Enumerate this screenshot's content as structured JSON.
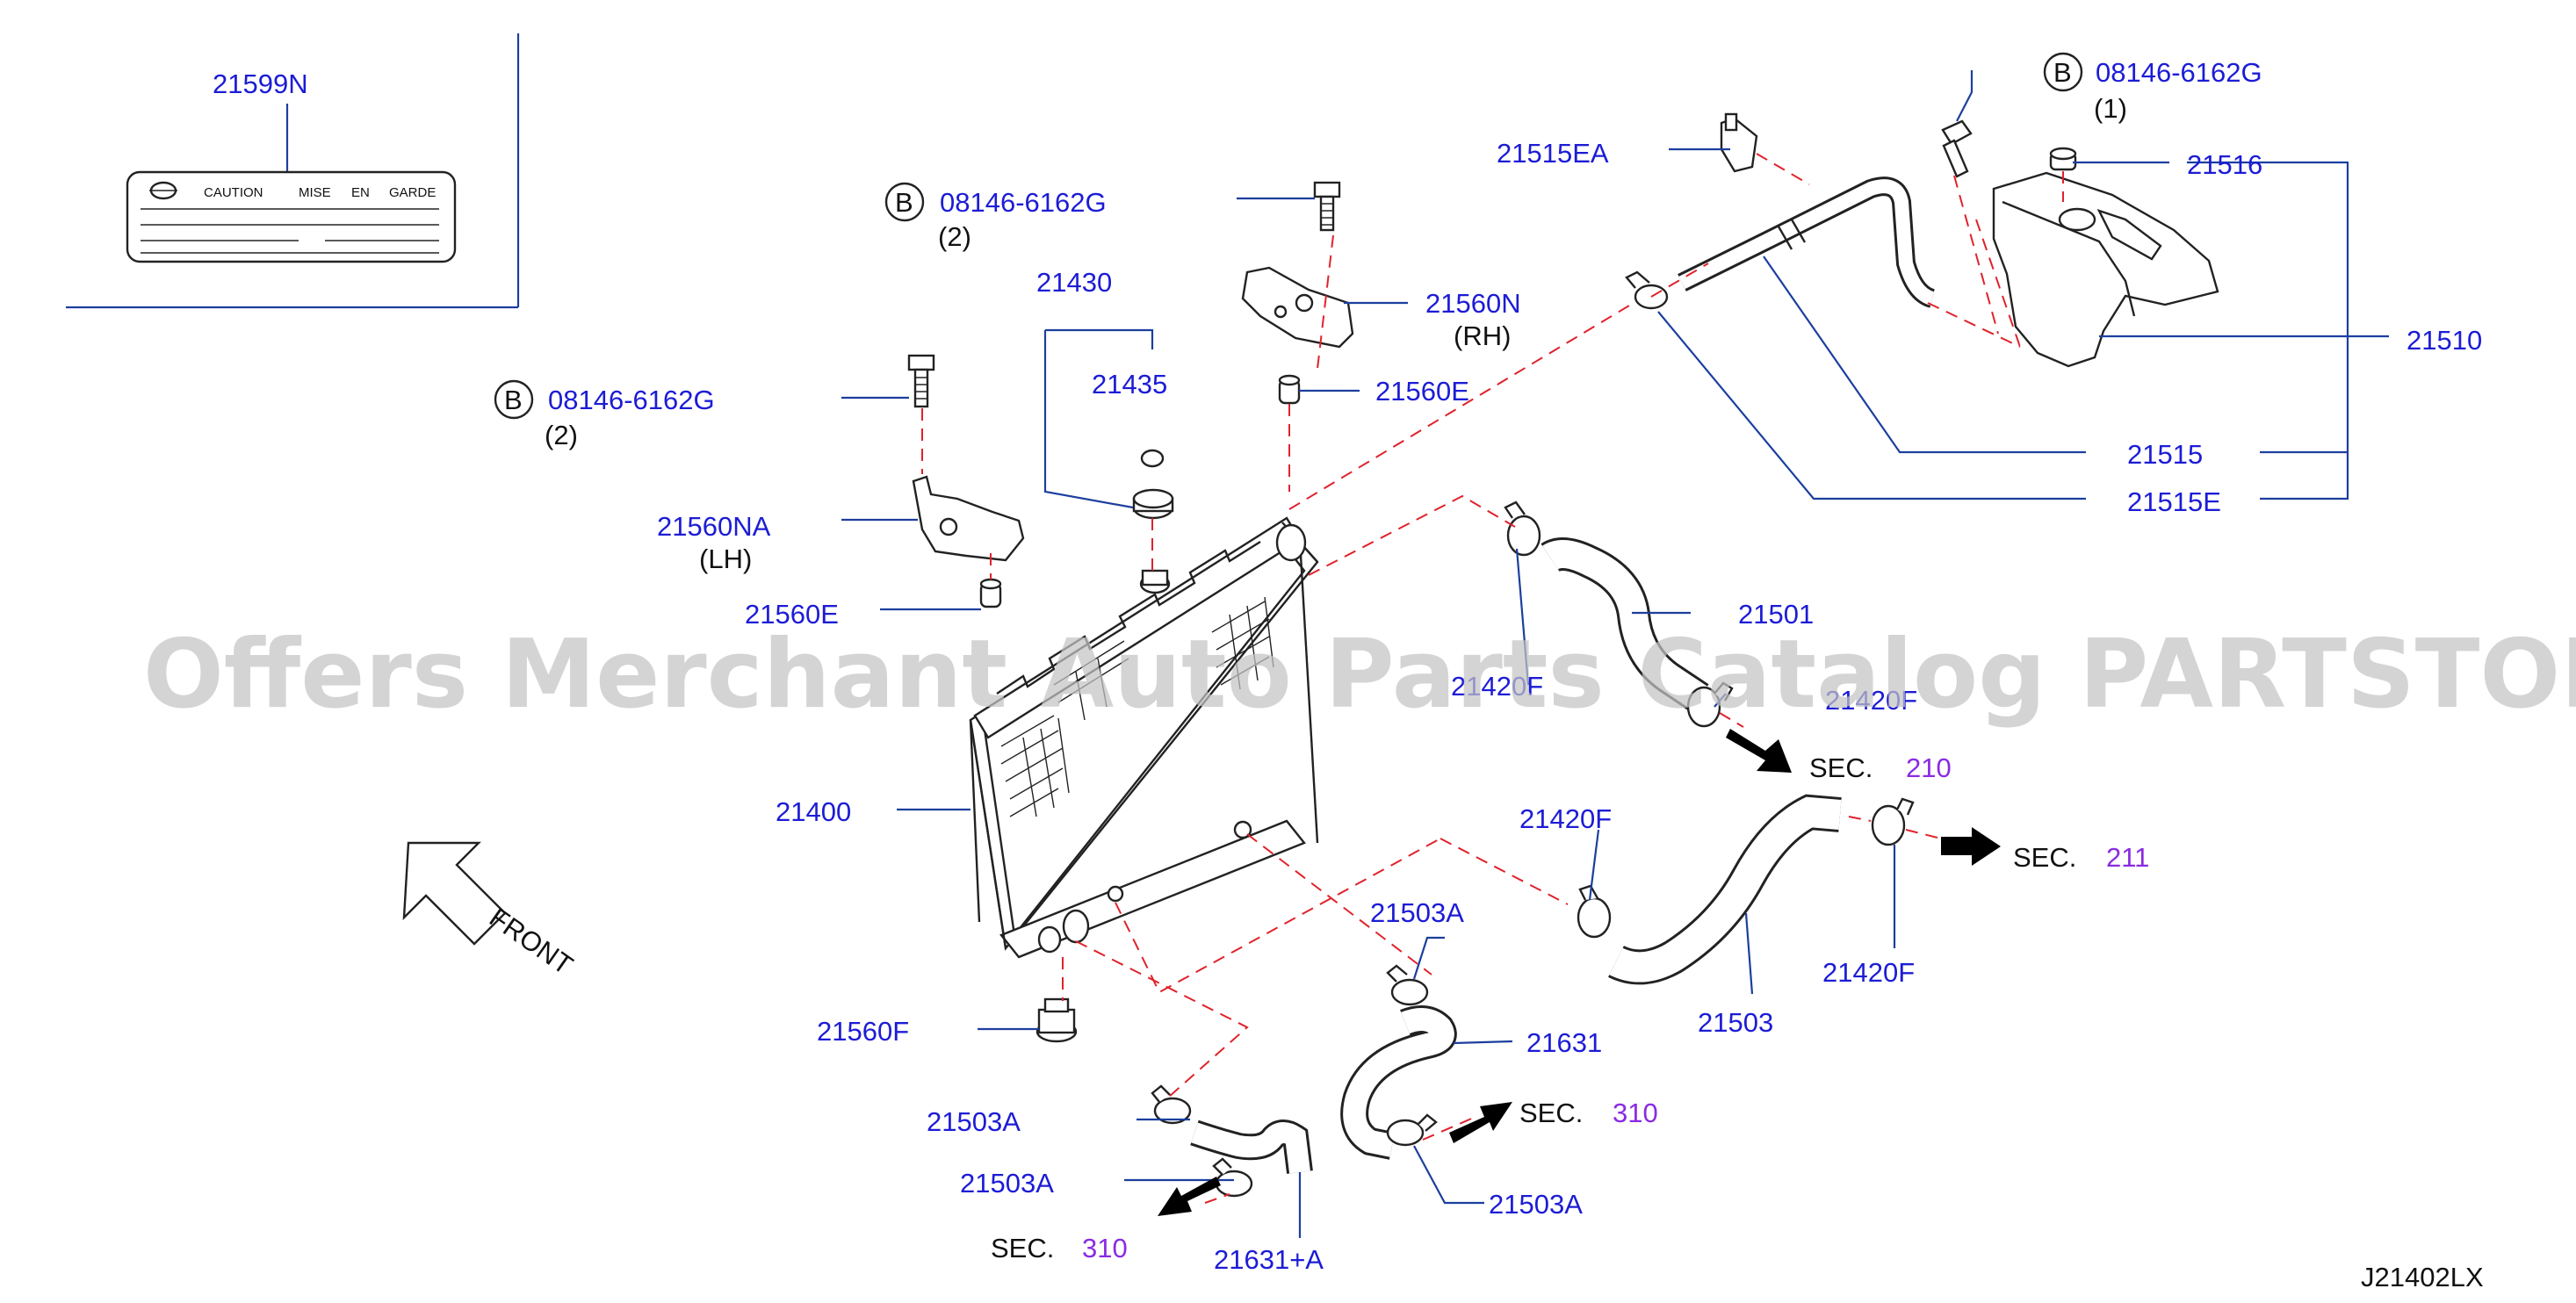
{
  "watermark": "Offers Merchant Auto Parts Catalog PARTSTORE.SA",
  "diagram_code": "J21402LX",
  "front_label": "FRONT",
  "caution_label": {
    "part_number": "21599N",
    "words": [
      "CAUTION",
      "MISE",
      "EN",
      "GARDE"
    ]
  },
  "bolts": [
    {
      "circle": "B",
      "part": "08146-6162G",
      "qty": "(1)"
    },
    {
      "circle": "B",
      "part": "08146-6162G",
      "qty": "(2)"
    },
    {
      "circle": "B",
      "part": "08146-6162G",
      "qty": "(2)"
    }
  ],
  "labels": {
    "p21516": "21516",
    "p21515EA": "21515EA",
    "p21510": "21510",
    "p21515": "21515",
    "p21515E": "21515E",
    "p21430": "21430",
    "p21435": "21435",
    "p21560N": "21560N",
    "rh": "(RH)",
    "p21560E_top": "21560E",
    "p21560NA": "21560NA",
    "lh": "(LH)",
    "p21560E_left": "21560E",
    "p21501": "21501",
    "p21420F_a": "21420F",
    "p21420F_b": "21420F",
    "p21400": "21400",
    "p21420F_c": "21420F",
    "p21420F_d": "21420F",
    "p21503": "21503",
    "p21503A_a": "21503A",
    "p21631": "21631",
    "p21560F": "21560F",
    "p21503A_b": "21503A",
    "p21503A_c": "21503A",
    "p21503A_d": "21503A",
    "p21631A": "21631+A"
  },
  "sections": [
    {
      "prefix": "SEC.",
      "num": "210"
    },
    {
      "prefix": "SEC.",
      "num": "211"
    },
    {
      "prefix": "SEC.",
      "num": "310"
    },
    {
      "prefix": "SEC.",
      "num": "310"
    }
  ]
}
